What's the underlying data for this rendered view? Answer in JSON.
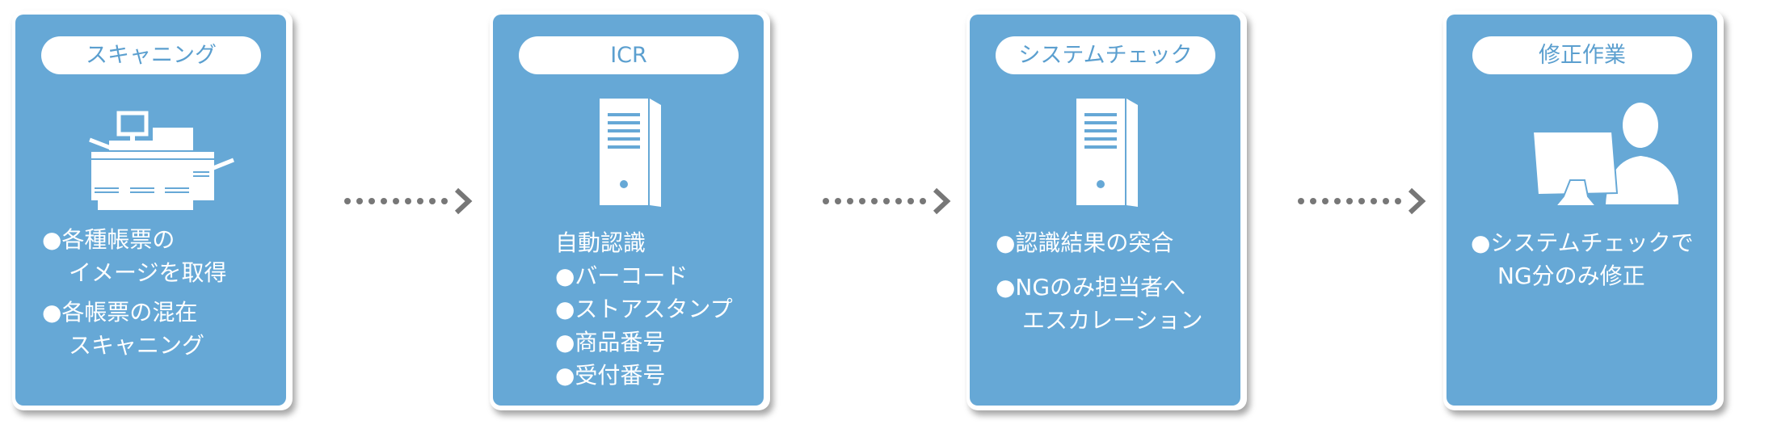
{
  "colors": {
    "panel": "#66a8d6",
    "title": "#5b9fcf",
    "arrow": "#777777"
  },
  "steps": [
    {
      "title": "スキャニング",
      "icon": "scanner-icon",
      "lines": [
        "●各種帳票の",
        "イメージを取得",
        "●各帳票の混在",
        "スキャニング"
      ]
    },
    {
      "title": "ICR",
      "icon": "server-icon",
      "lines": [
        "自動認識",
        "●バーコード",
        "●ストアスタンプ",
        "●商品番号",
        "●受付番号"
      ]
    },
    {
      "title": "システムチェック",
      "icon": "server-icon",
      "lines": [
        "●認識結果の突合",
        "●NGのみ担当者へ",
        "エスカレーション"
      ]
    },
    {
      "title": "修正作業",
      "icon": "operator-icon",
      "lines": [
        "●システムチェックで",
        "NG分のみ修正"
      ]
    }
  ]
}
